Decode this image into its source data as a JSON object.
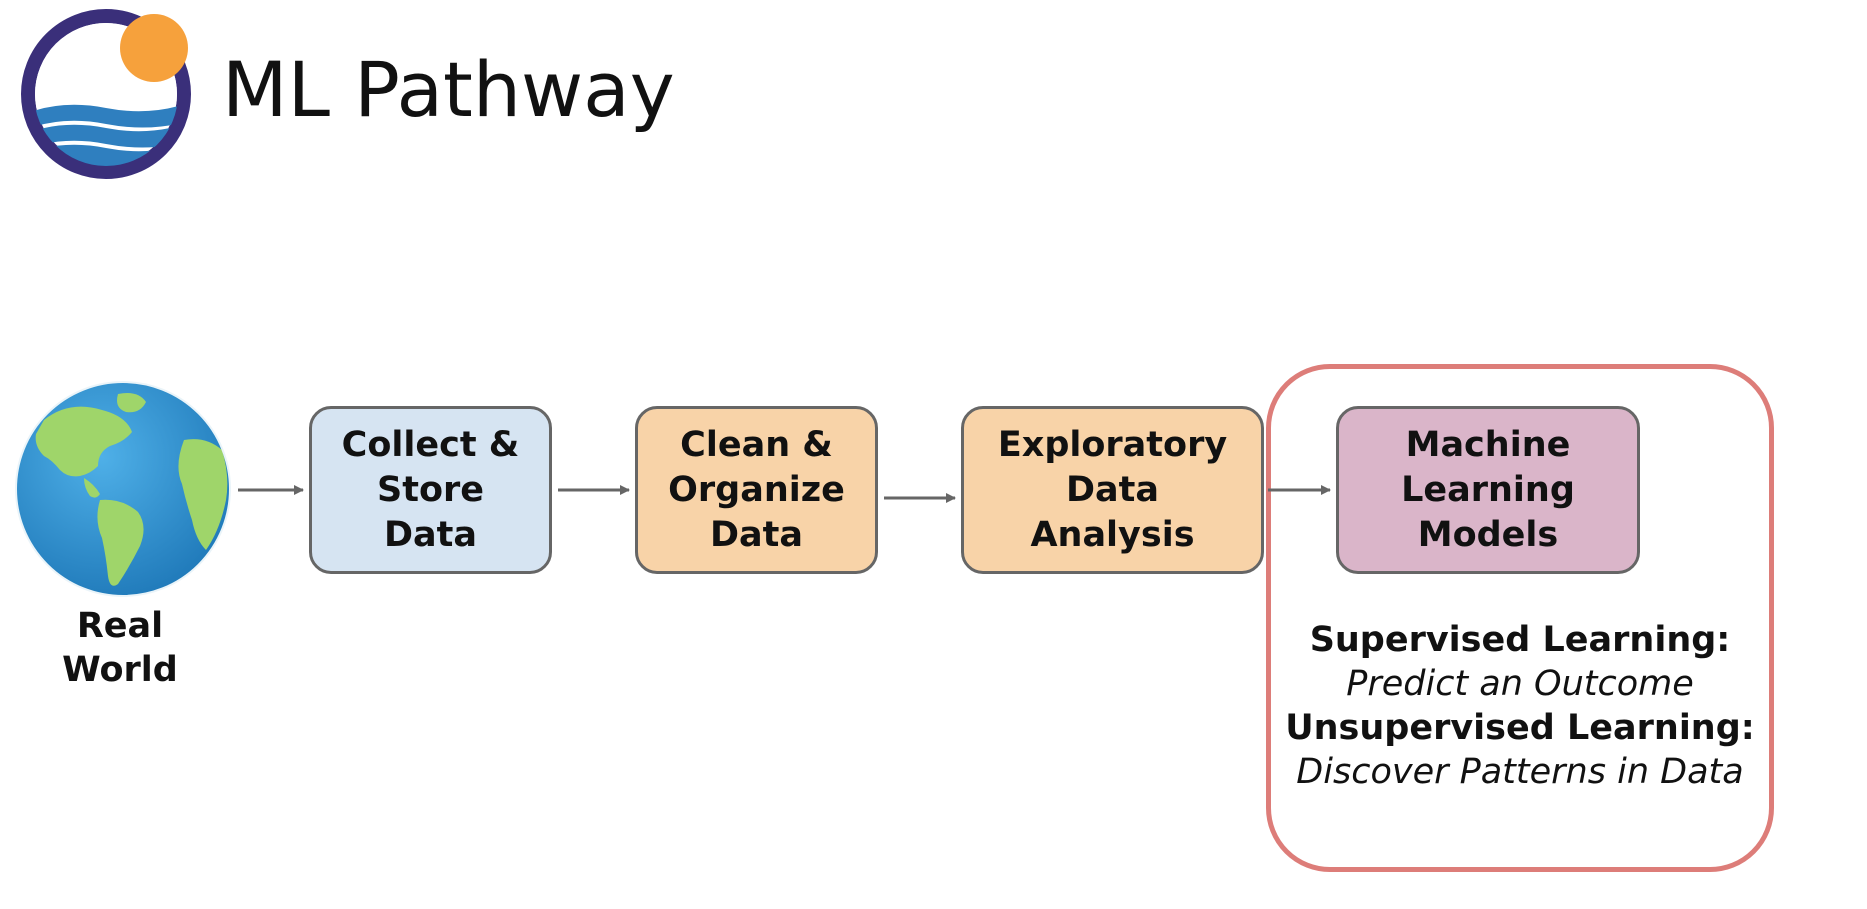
{
  "header": {
    "title": "ML Pathway",
    "logo_icon": "sun-over-waves-logo-icon"
  },
  "source": {
    "icon": "globe-icon",
    "label": "Real\nWorld"
  },
  "stages": [
    {
      "label": "Collect &\nStore\nData",
      "color": "#d6e4f2"
    },
    {
      "label": "Clean &\nOrganize\nData",
      "color": "#f8d3a8"
    },
    {
      "label": "Exploratory\nData\nAnalysis",
      "color": "#f8d3a8"
    },
    {
      "label": "Machine\nLearning\nModels",
      "color": "#dab5c9"
    }
  ],
  "ml_details": {
    "supervised_heading": "Supervised Learning:",
    "supervised_desc": "Predict an Outcome",
    "unsupervised_heading": "Unsupervised Learning:",
    "unsupervised_desc": "Discover Patterns in Data"
  },
  "colors": {
    "highlight_border": "#dd7d79",
    "arrow": "#666666",
    "logo_navy": "#3a2f7a",
    "logo_sun": "#f6a13c",
    "logo_water": "#2f7fbf"
  }
}
